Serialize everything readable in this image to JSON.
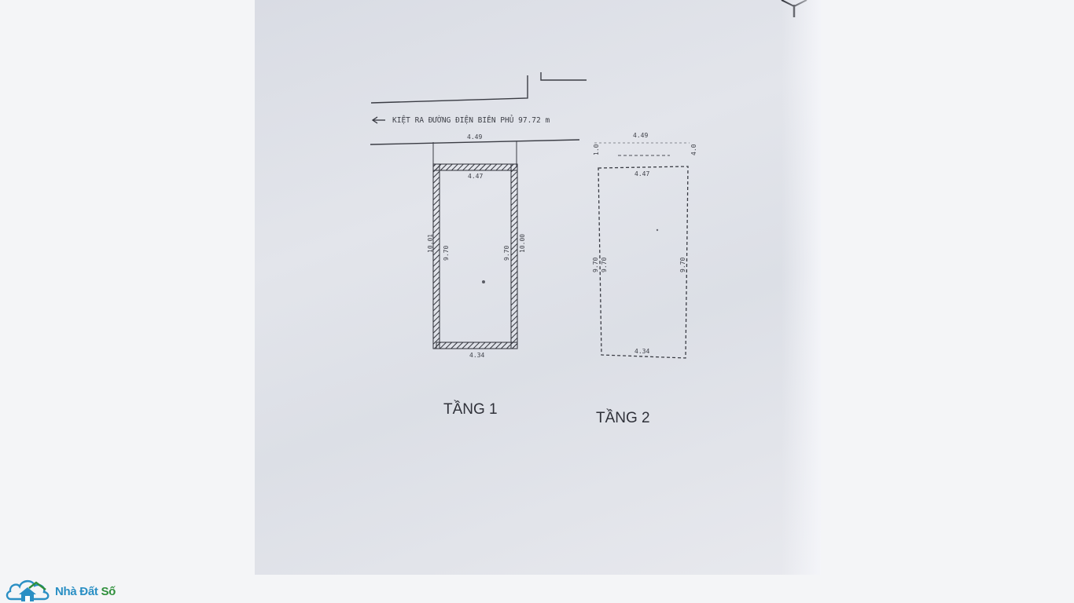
{
  "street_note": "KIỆT RA ĐƯỜNG ĐIỆN BIÊN PHỦ 97.72 m",
  "floor1": {
    "title": "TẦNG 1",
    "top_outer": "4.49",
    "top_inner": "4.47",
    "bottom": "4.34",
    "left_outer": "10.01",
    "left_inner": "9.70",
    "right_inner": "9.70",
    "right_outer": "10.00"
  },
  "floor2": {
    "title": "TẦNG 2",
    "top_outer": "4.49",
    "top_inner": "4.47",
    "bottom": "4.34",
    "left_tick": "1.0",
    "right_tick": "4.0",
    "left_a": "9.70",
    "left_b": "9.70",
    "right": "9.70"
  },
  "brand": {
    "name_part1": "Nhà Đất ",
    "name_part2": "Số",
    "primary_color": "#2a8fc4",
    "secondary_color": "#2e8f3b",
    "icon": "house-cloud-logo-icon"
  }
}
